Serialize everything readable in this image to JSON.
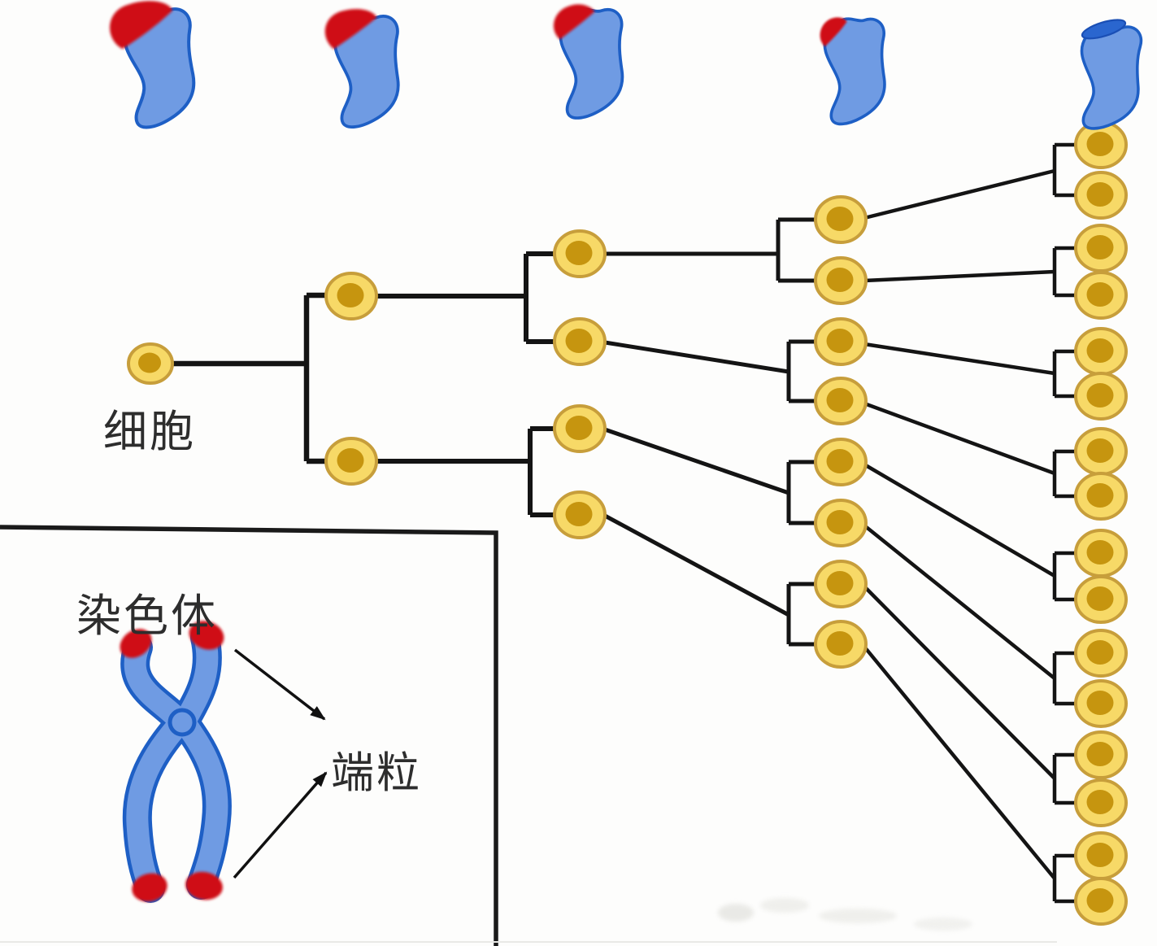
{
  "labels": {
    "cell": "细胞",
    "chromosome": "染色体",
    "telomere": "端粒"
  },
  "top_row": {
    "icon_names": [
      "chromosome-arm-telomere-full-icon",
      "chromosome-arm-telomere-large-icon",
      "chromosome-arm-telomere-medium-icon",
      "chromosome-arm-telomere-small-icon",
      "chromosome-arm-telomere-none-icon"
    ],
    "telomere_cap_sizes": [
      "largest",
      "large",
      "medium",
      "small",
      "none"
    ],
    "stage_count": 5
  },
  "tree": {
    "root_label": "细胞",
    "node_type": "cell",
    "direction": "left-to-right",
    "generations": [
      1,
      2,
      4,
      8,
      16
    ],
    "total_cells": 31
  },
  "inset": {
    "title": "染色体",
    "callout": "端粒",
    "arrow_count": 2,
    "figure": "x-shaped-chromosome-with-red-telomere-tips"
  },
  "colors": {
    "cell_fill": "#F7D967",
    "cell_border": "#C79E3B",
    "cell_nucleus": "#C6950F",
    "chromosome_fill": "#6F9BE3",
    "chromosome_outline": "#1E5FC5",
    "telomere_red": "#CF1015",
    "connector_line": "#141414",
    "text": "#2D2D2D",
    "background": "#FDFDFC"
  }
}
